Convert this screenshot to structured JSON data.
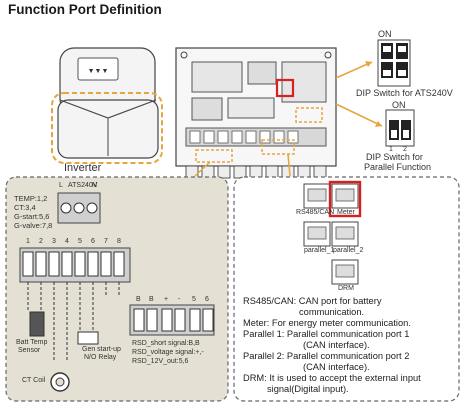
{
  "title": "Function Port Definition",
  "inverter_label": "Inverter",
  "dip_ats_label": "DIP Switch for ATS240V",
  "dip_parallel_label_1": "DIP Switch for",
  "dip_parallel_label_2": "Parallel Function",
  "dip_on": "ON",
  "dip_nums": [
    "1",
    "2"
  ],
  "left_panel": {
    "terminal_labels": [
      "TEMP:1,2",
      "CT:3,4",
      "G-start:5,6",
      "G-valve:7,8"
    ],
    "ats_labels": [
      "L",
      "ATS240V",
      "N"
    ],
    "pin_numbers": [
      "1",
      "2",
      "3",
      "4",
      "5",
      "6",
      "7",
      "8"
    ],
    "batt_temp_1": "Batt Temp",
    "batt_temp_2": "Sensor",
    "gen_1": "Gen start-up",
    "gen_2": "N/O Relay",
    "ct_coil": "CT Coil",
    "rsd_pins": [
      "B",
      "B",
      "+",
      "-",
      "5",
      "6"
    ],
    "rsd_1": "RSD_short signal:B,B",
    "rsd_2": "RSD_voltage signal:+,-",
    "rsd_3": "RSD_12V_out:5,6"
  },
  "right_panel": {
    "port_labels": [
      "RS485/CAN",
      "Meter",
      "parallel_1",
      "parallel_2",
      "DRM"
    ],
    "descriptions": [
      "RS485/CAN: CAN port for battery",
      "communication.",
      "Meter: For energy meter communication.",
      "Parallel 1: Parallel communication port 1",
      "(CAN interface).",
      "Parallel 2: Parallel communication port 2",
      "(CAN interface).",
      "DRM: It is used to accept the external input",
      "signal(Digital input)."
    ]
  },
  "colors": {
    "accent_orange": "#e8a53c",
    "highlight_red": "#d42222",
    "panel_bg": "#e4e0d4",
    "panel_border": "#666666"
  }
}
